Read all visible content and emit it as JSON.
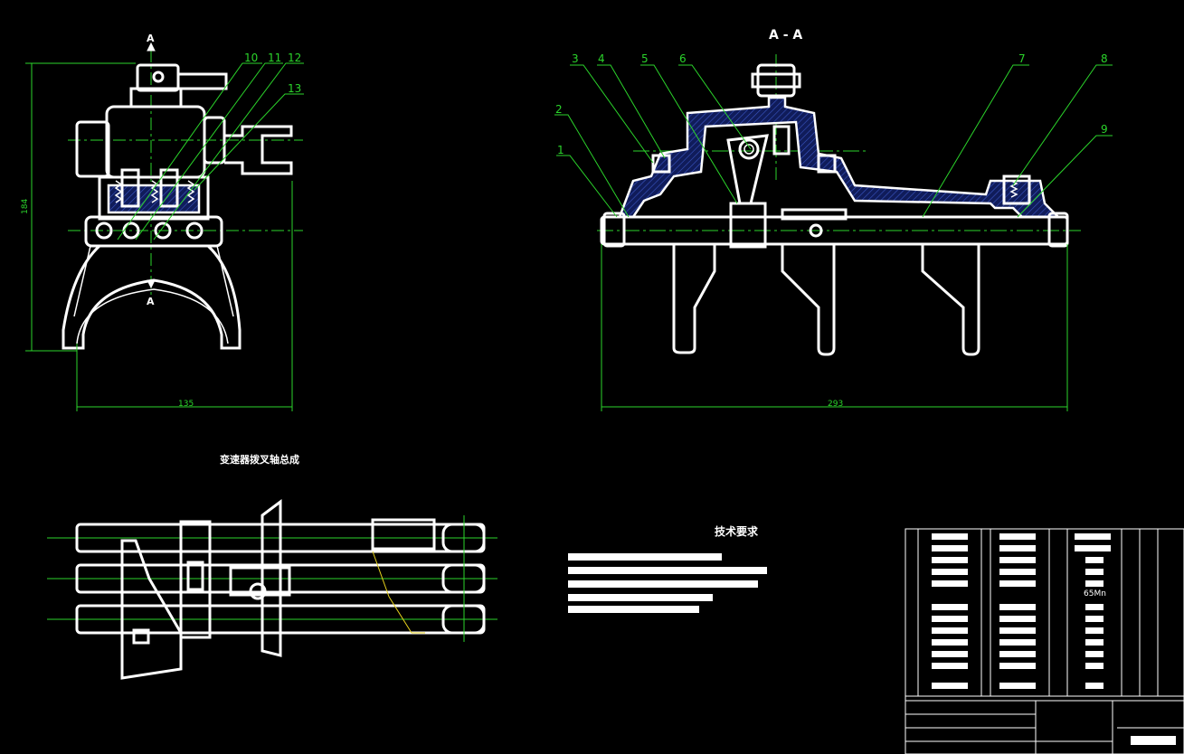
{
  "section_label": "A - A",
  "view_arrow_label": "A",
  "assembly_title": "变速器拨叉轴总成",
  "tech_req_title": "技术要求",
  "tech_req_lines": [
    "",
    "",
    "",
    "",
    ""
  ],
  "dimensions": {
    "width_left": "135",
    "height_left": "184",
    "width_section": "293"
  },
  "part_numbers": [
    "1",
    "2",
    "3",
    "4",
    "5",
    "6",
    "7",
    "8",
    "9",
    "10",
    "11",
    "12",
    "13"
  ],
  "bom": {
    "material_visible": "65Mn"
  },
  "colors": {
    "background": "#000000",
    "outline": "#ffffff",
    "dimension": "#2bd42b",
    "hidden": "#e6d21c",
    "hatch": "#1a2a6b"
  }
}
